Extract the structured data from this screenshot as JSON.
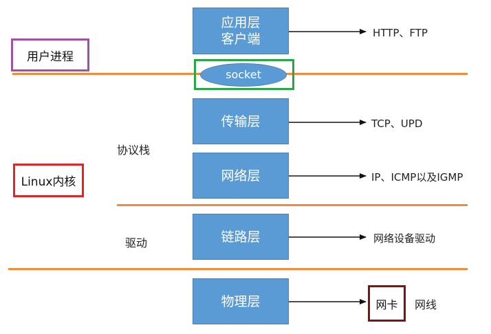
{
  "colors": {
    "layer_fill": "#5b9bd5",
    "separator": "#f28b3c",
    "user_process_border": "#a24fa7",
    "linux_kernel_border": "#e02525",
    "socket_border": "#27a745",
    "nic_border": "#7a1515"
  },
  "regions": {
    "user_process": "用户进程",
    "linux_kernel": "Linux内核",
    "protocol_stack": "协议栈",
    "driver": "驱动"
  },
  "layers": {
    "application": {
      "line1": "应用层",
      "line2": "客户端"
    },
    "socket": "socket",
    "transport": "传输层",
    "network": "网络层",
    "link": "链路层",
    "physical": "物理层"
  },
  "protocols": {
    "application": "HTTP、FTP",
    "transport": "TCP、UPD",
    "network": "IP、ICMP以及IGMP",
    "link": "网络设备驱动",
    "physical_nic": "网卡",
    "physical_cable": "网线"
  }
}
